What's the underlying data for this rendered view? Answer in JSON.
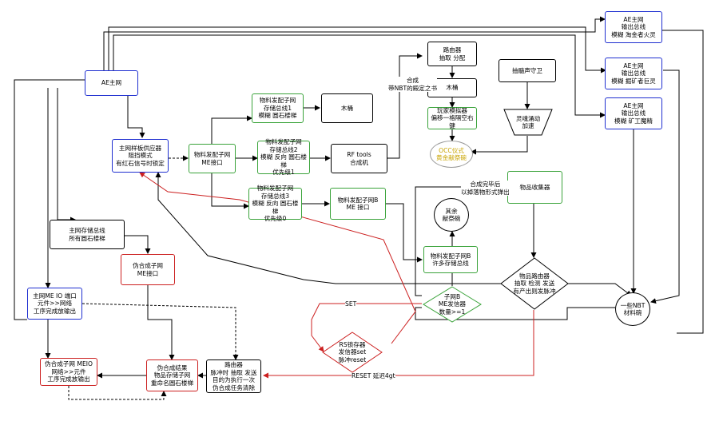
{
  "colors": {
    "blue": "#1f2fd0",
    "green": "#3aa33a",
    "red": "#cc2020",
    "black": "#000000",
    "occ_text": "#c9a400"
  },
  "nodes": {
    "ae_main": "AE主网",
    "ae_output_1": "AE主网\n输出总线\n模糊 淘金者火灵",
    "ae_output_2": "AE主网\n输出总线\n模糊 掘矿者巨灵",
    "ae_output_3": "AE主网\n输出总线\n模糊 矿工魔精",
    "router_top": "路由器\n抽取 分配",
    "bucket_top": "木桶",
    "bucket_mid": "木桶",
    "player_sim": "玩家模拟器\n偏移一格隔空右键",
    "soul_guard": "抽髓声守卫",
    "soul_accel": "灵魂涌动\n加速",
    "occ_altar": "OCC仪式\n黄金献祭碗",
    "main_pattern": "主网样板供应器\n阻挡模式\n有红石信号时锁定",
    "material_if": "物料发配子网\nME接口",
    "sub_bus1": "物料发配子网\n存储总线1\n模糊 圆石楼梯",
    "sub_bus2": "物料发配子网\n存储总线2\n模糊 反向 圆石楼梯\n优先级1",
    "sub_bus3": "物料发配子网\n存储总线3\n模糊 反向 圆石楼梯\n优先级0",
    "rf_tools": "RF tools\n合成机",
    "sub_b_if": "物料发配子网B\nME 接口",
    "item_collector": "物品收集器",
    "other_bowl": "其余\n献祭碗",
    "sub_b_storage": "物料发配子网B\n许多存储总线",
    "item_router": "物品路由器\n抽取 检测 发送\n有产出则发脉冲",
    "sub_b_emitter": "子网B\nME发信器\n数量>=1",
    "nbt_bowl": "一些NBT\n材料碗",
    "main_storage": "主网存储总线\n所有圆石楼梯",
    "fake_me_if": "伪合成子网\nME接口",
    "main_meio": "主网ME IO 端口\n元件>>网络\n工序完成放输出",
    "fake_meio": "伪合成子网 MEIO\n网络>>元件\n工序完成放输出",
    "fake_result": "伪合成结果\n物品存储子网\n重命名圆石楼梯",
    "router_bottom": "路由器\n脉冲时 抽取 发送\n目的为执行一次\n伪合成任务清除",
    "rs_latch": "RS锁存器\n发信器set\n脉冲reset"
  },
  "labels": {
    "craft_nbt": "合成\n带NBT的殿定之书",
    "after_craft": "合成完毕后\n以掉落物形式弹出",
    "set": "SET",
    "reset_delay": "RESET 延迟4gt"
  }
}
